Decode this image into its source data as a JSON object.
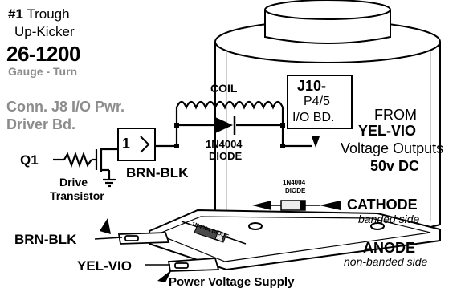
{
  "header": {
    "number": "#1",
    "title_line1": "Trough",
    "title_line2": "Up-Kicker",
    "part_number": "26-1200",
    "subtitle": "Gauge - Turn"
  },
  "connection": {
    "line1": "Conn. J8 I/O Pwr.",
    "line2": "Driver Bd."
  },
  "transistor": {
    "ref": "Q1",
    "label_line1": "Drive",
    "label_line2": "Transistor"
  },
  "buffer": {
    "label": "1",
    "wire_label": "BRN-BLK"
  },
  "coil": {
    "label": "COIL"
  },
  "diode": {
    "part": "1N4004",
    "name": "DIODE"
  },
  "connector": {
    "line1": "J10-",
    "line2": "P4/5",
    "line3": "I/O BD."
  },
  "source": {
    "line1": "FROM",
    "line2": "YEL-VIO",
    "line3": "Voltage Outputs",
    "line4": "50v DC"
  },
  "small_diode": {
    "part": "1N4004",
    "name": "DIODE"
  },
  "cathode": {
    "label": "CATHODE",
    "note": "banded side"
  },
  "anode": {
    "label": "ANODE",
    "note": "non-banded side"
  },
  "lugs": {
    "brn_blk": "BRN-BLK",
    "yel_vio": "YEL-VIO",
    "supply": "Power Voltage Supply"
  },
  "bracket_diode_label": "1N4004 DIODE"
}
